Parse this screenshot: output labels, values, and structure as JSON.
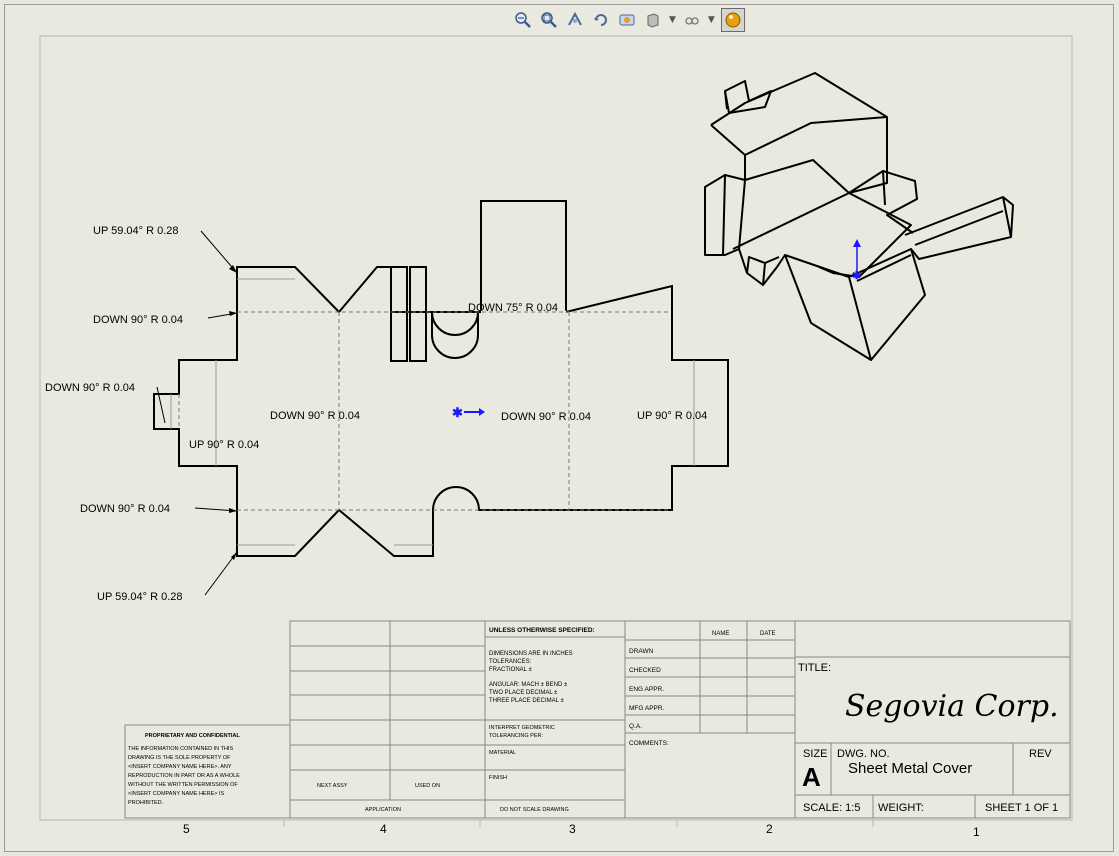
{
  "toolbar": {
    "buttons": [
      "zoom-to-fit-icon",
      "zoom-to-area-icon",
      "previous-view-icon",
      "rotate-view-icon",
      "pan-icon",
      "display-style-icon",
      "hide-show-icon",
      "appearance-icon"
    ]
  },
  "annotations": {
    "up_59_top": "UP  59.04°  R 0.28",
    "down_90_a": "DOWN  90°  R 0.04",
    "down_90_left": "DOWN  90°  R 0.04",
    "up_90_left": "UP  90°  R 0.04",
    "down_90_b": "DOWN  90°  R 0.04",
    "up_59_bot": "UP  59.04°  R 0.28",
    "down_75": "DOWN  75°  R 0.04",
    "down_90_center": "DOWN  90°  R 0.04",
    "down_90_right": "DOWN  90°  R 0.04",
    "up_90_right": "UP  90°  R 0.04"
  },
  "zones": [
    "5",
    "4",
    "3",
    "2",
    "1"
  ],
  "title_block": {
    "proprietary_title": "PROPRIETARY AND CONFIDENTIAL",
    "proprietary_text": [
      "THE INFORMATION CONTAINED IN THIS",
      "DRAWING IS THE SOLE PROPERTY OF",
      "<INSERT COMPANY NAME HERE>. ANY",
      "REPRODUCTION IN PART OR AS A WHOLE",
      "WITHOUT THE WRITTEN PERMISSION OF",
      "<INSERT COMPANY NAME HERE> IS",
      "PROHIBITED."
    ],
    "next_assy": "NEXT ASSY",
    "used_on": "USED ON",
    "application": "APPLICATION",
    "unless": "UNLESS OTHERWISE SPECIFIED:",
    "dims": [
      "DIMENSIONS ARE IN INCHES",
      "TOLERANCES:",
      "FRACTIONAL ±",
      "ANGULAR: MACH ±    BEND ±",
      "TWO PLACE DECIMAL    ±",
      "THREE PLACE DECIMAL  ±"
    ],
    "interpret": [
      "INTERPRET GEOMETRIC",
      "TOLERANCING PER:"
    ],
    "material": "MATERIAL",
    "finish": "FINISH",
    "do_not_scale": "DO NOT SCALE DRAWING",
    "name": "NAME",
    "date": "DATE",
    "rows": [
      "DRAWN",
      "CHECKED",
      "ENG APPR.",
      "MFG APPR.",
      "Q.A.",
      "COMMENTS:"
    ],
    "title_label": "TITLE:",
    "company": "Segovia Corp.",
    "size_label": "SIZE",
    "size": "A",
    "dwg_no_label": "DWG.  NO.",
    "dwg_no": "Sheet Metal Cover",
    "rev_label": "REV",
    "scale": "SCALE: 1:5",
    "weight": "WEIGHT:",
    "sheet": "SHEET 1  OF 1"
  },
  "colors": {
    "sheet": "#eae9e0",
    "line": "#000000",
    "bend": "#777777",
    "origin": "#1a1aff"
  }
}
